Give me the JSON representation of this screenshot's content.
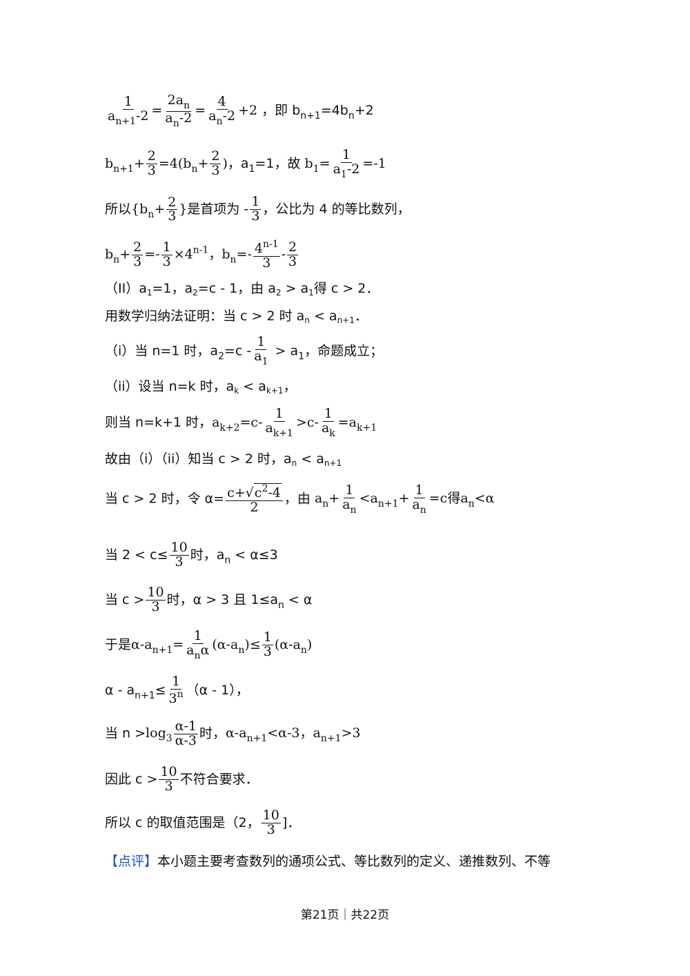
{
  "content": {
    "l1_tail": "，即 b",
    "l1_eq": "=4b",
    "l1_end": "+2",
    "l2_mid": "，a",
    "l2_mid2": "=1，故",
    "l3_pre": "所以",
    "l3_mid": "是首项为 -",
    "l3_post": "，公比为 4 的等比数列，",
    "l5": "（II）a",
    "l5_a": "=1，a",
    "l5_b": "=c - 1，由 a",
    "l5_c": " > a",
    "l5_d": "得 c > 2．",
    "l6": "用数学归纳法证明：当 c > 2 时 a",
    "l6_b": " < a",
    "l6_c": "．",
    "l7_pre": "（i）当 n=1 时，a",
    "l7_mid": "=c -",
    "l7_post": " > a",
    "l7_end": "，命题成立；",
    "l8": "（ii）设当 n=k 时，a",
    "l8_b": " < a",
    "l8_c": "，",
    "l9_pre": "则当 n=k+1 时，",
    "l10": "故由（i）（ii）知当 c > 2 时，a",
    "l10_b": " < a",
    "l11_pre": "当 c > 2 时，令 α=",
    "l11_mid": "，由",
    "l12_pre": "当 2 < c≤",
    "l12_post": "时，a",
    "l12_end": " < α≤3",
    "l13_pre": "当 c >",
    "l13_post": "时，α > 3 且 1≤a",
    "l13_end": " < α",
    "l14_pre": "于是",
    "l15_pre": "α - a",
    "l15_le": "≤",
    "l15_post": "（α - 1），",
    "l16_pre": "当 n >",
    "l16_post": "时，",
    "l17_pre": "因此 c >",
    "l17_post": "不符合要求．",
    "l18_pre": "所以 c 的取值范围是（2，",
    "l18_post": "]．",
    "review_tag": "【点评】",
    "review_text": "本小题主要考查数列的通项公式、等比数列的定义、递推数列、不等"
  },
  "footer": {
    "text": "第21页｜共22页"
  }
}
